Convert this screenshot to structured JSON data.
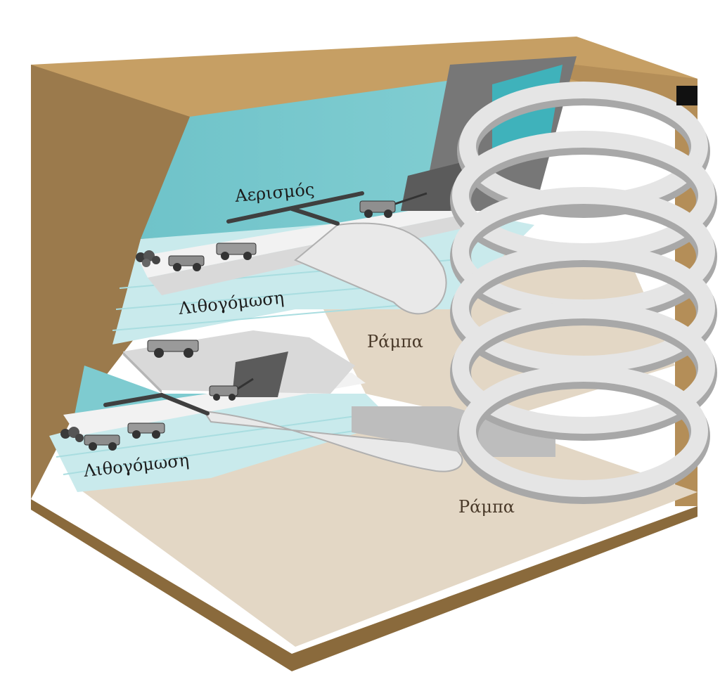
{
  "labels": {
    "ventilation": "Αερισμός",
    "backfill_upper": "Λιθογόμωση",
    "backfill_lower": "Λιθογόμωση",
    "ramp_middle": "Ράμπα",
    "ramp_lower": "Ράμπα"
  },
  "colors": {
    "earth_dark": "#9b7a4c",
    "earth_top": "#c69f64",
    "earth_front": "#8a6a3c",
    "stope_blue": "#7ecbd0",
    "stope_light": "#c9eaec",
    "floor": "#e3d7c5",
    "ramp": "#d6d6d6",
    "ramp_top": "#e9e9e9",
    "ramp_side": "#a9a9a9",
    "shaft": "#6f6f6f"
  },
  "icons": {
    "loader": "loader-vehicle-icon",
    "truck": "mine-truck-icon",
    "drill": "drill-rig-icon",
    "rock": "rock-pile-icon"
  }
}
